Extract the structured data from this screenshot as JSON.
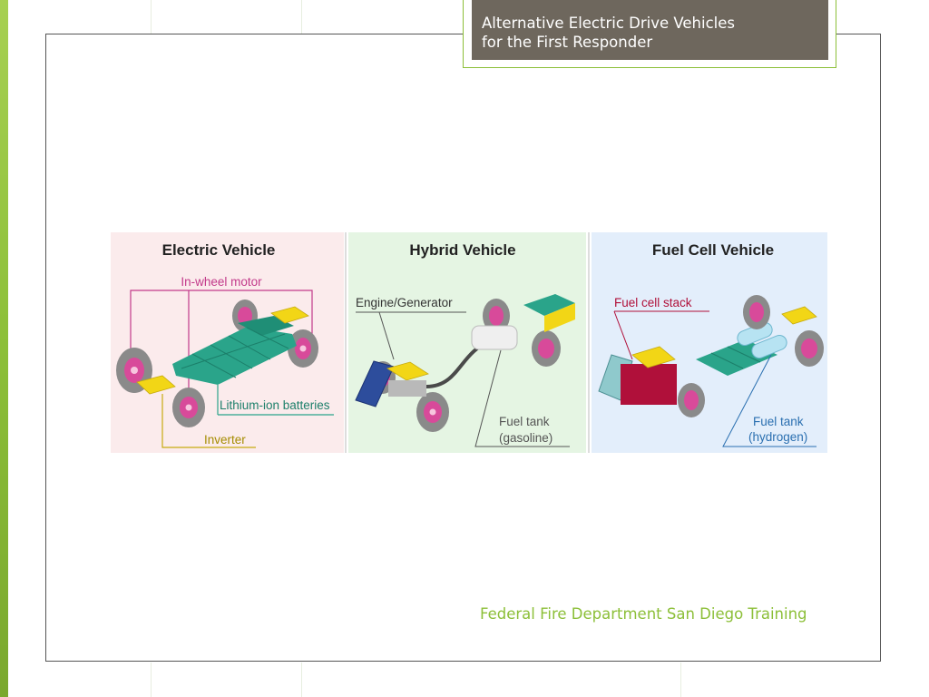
{
  "slide": {
    "title_lines": [
      "Alternative Electric Drive Vehicles",
      "for the First Responder"
    ],
    "footer": "Federal Fire Department San Diego Training"
  },
  "diagram": {
    "panels": [
      {
        "title": "Electric Vehicle",
        "bg": "#fbebec",
        "labels": {
          "motor": "In-wheel motor",
          "batteries": "Lithium-ion batteries",
          "inverter": "Inverter"
        }
      },
      {
        "title": "Hybrid Vehicle",
        "bg": "#e5f5e3",
        "labels": {
          "engine": "Engine/Generator",
          "fuel1": "Fuel tank",
          "fuel2": "(gasoline)"
        }
      },
      {
        "title": "Fuel Cell Vehicle",
        "bg": "#e3eefb",
        "labels": {
          "stack": "Fuel cell stack",
          "fuel1": "Fuel tank",
          "fuel2": "(hydrogen)"
        }
      }
    ]
  },
  "colors": {
    "accent": "#8cbf38",
    "title_bg": "#6e675d",
    "battery": "#2aa48a",
    "component": "#f2d616",
    "wheel": "#d84a9a"
  }
}
